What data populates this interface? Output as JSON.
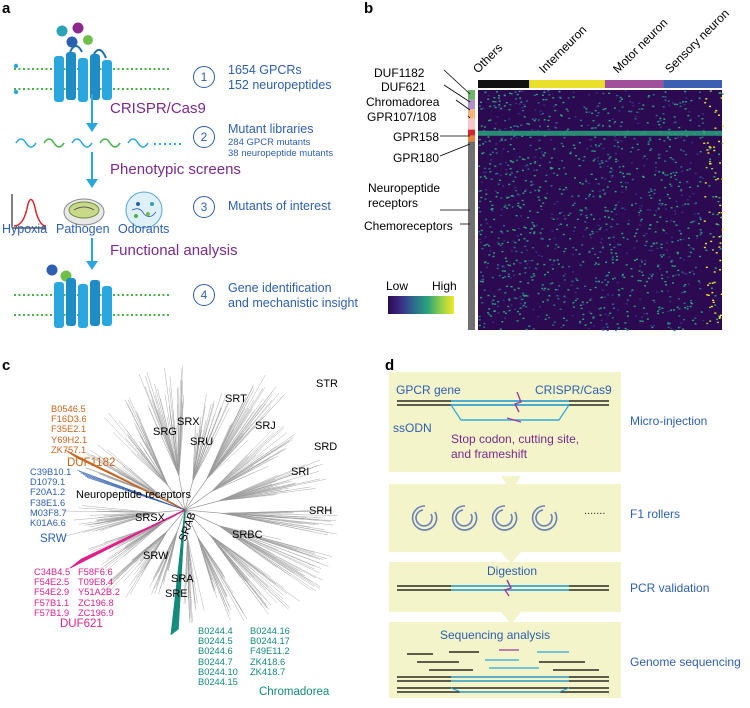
{
  "panels": {
    "a": "a",
    "b": "b",
    "c": "c",
    "d": "d"
  },
  "panel_a": {
    "step1": {
      "num": "1",
      "line1": "1654 GPCRs",
      "line2": "152 neuropeptides"
    },
    "crispr": "CRISPR/Cas9",
    "step2": {
      "num": "2",
      "line1": "Mutant libraries",
      "line2": "284 GPCR mutants",
      "line3": "38 neuropeptide mutants"
    },
    "screens": "Phenotypic screens",
    "step3": {
      "num": "3",
      "line1": "Mutants of interest"
    },
    "conditions": [
      "Hypoxia",
      "Pathogen",
      "Odorants"
    ],
    "functional": "Functional analysis",
    "step4": {
      "num": "4",
      "line1": "Gene identification",
      "line2": "and mechanistic insight"
    }
  },
  "panel_b": {
    "columns": [
      "Others",
      "Interneuron",
      "Motor neuron",
      "Sensory neuron"
    ],
    "column_colors": [
      "#111111",
      "#e8e02a",
      "#a04f9a",
      "#3c5fb1"
    ],
    "row_labels": [
      "DUF1182",
      "DUF621",
      "Chromadorea",
      "GPR107/108",
      "GPR158",
      "GPR180",
      "Neuropeptide receptors",
      "Chemoreceptors"
    ],
    "row_colors": [
      "#6fb36b",
      "#b38fc8",
      "#f5b27a",
      "#f7c8c8",
      "#d6262d",
      "#e6823a",
      "#707070"
    ],
    "legend": {
      "low": "Low",
      "high": "High"
    }
  },
  "panel_c": {
    "families": [
      "SRT",
      "SRX",
      "SRG",
      "SRU",
      "SRJ",
      "STR",
      "SRD",
      "SRI",
      "SRH",
      "SRSX",
      "SRW",
      "SRAB",
      "SRBC",
      "SRA",
      "SRE"
    ],
    "duf1182_genes": [
      "B0546.5",
      "F16D3.6",
      "F35E2.1",
      "Y69H2.1",
      "ZK757.1"
    ],
    "duf1182_label": "DUF1182",
    "srw_genes": [
      "C39B10.1",
      "D1079.1",
      "F20A1.2",
      "F38E1.6",
      "M03F8.7",
      "K01A6.6"
    ],
    "neuropeptide_label": "Neuropeptide receptors",
    "srw_label": "SRW",
    "duf621_genes_col1": [
      "C34B4.5",
      "F54E2.5",
      "F54E2.9",
      "F57B1.1",
      "F57B1.9"
    ],
    "duf621_genes_col2": [
      "F58F6.6",
      "T09E8.4",
      "Y51A2B.2",
      "ZC196.8",
      "ZC196.9"
    ],
    "duf621_label": "DUF621",
    "chromadorea_col1": [
      "B0244.4",
      "B0244.5",
      "B0244.6",
      "B0244.7",
      "B0244.10",
      "B0244.15"
    ],
    "chromadorea_col2": [
      "B0244.16",
      "B0244.17",
      "F49E11.2",
      "ZK418.6",
      "ZK418.7"
    ],
    "chromadorea_label": "Chromadorea",
    "colors": {
      "duf1182": "#c8641e",
      "srw": "#2d5fb0",
      "duf621": "#e0208a",
      "chromadorea": "#138a7a"
    }
  },
  "panel_d": {
    "gpcr_gene": "GPCR gene",
    "crispr": "CRISPR/Cas9",
    "ssodn": "ssODN",
    "stop_text_1": "Stop codon, cutting site,",
    "stop_text_2": "and frameshift",
    "step_micro": "Micro-injection",
    "ellipsis": ".......",
    "step_f1": "F1 rollers",
    "digestion": "Digestion",
    "step_pcr": "PCR validation",
    "seq_analysis": "Sequencing analysis",
    "step_genome": "Genome sequencing"
  }
}
